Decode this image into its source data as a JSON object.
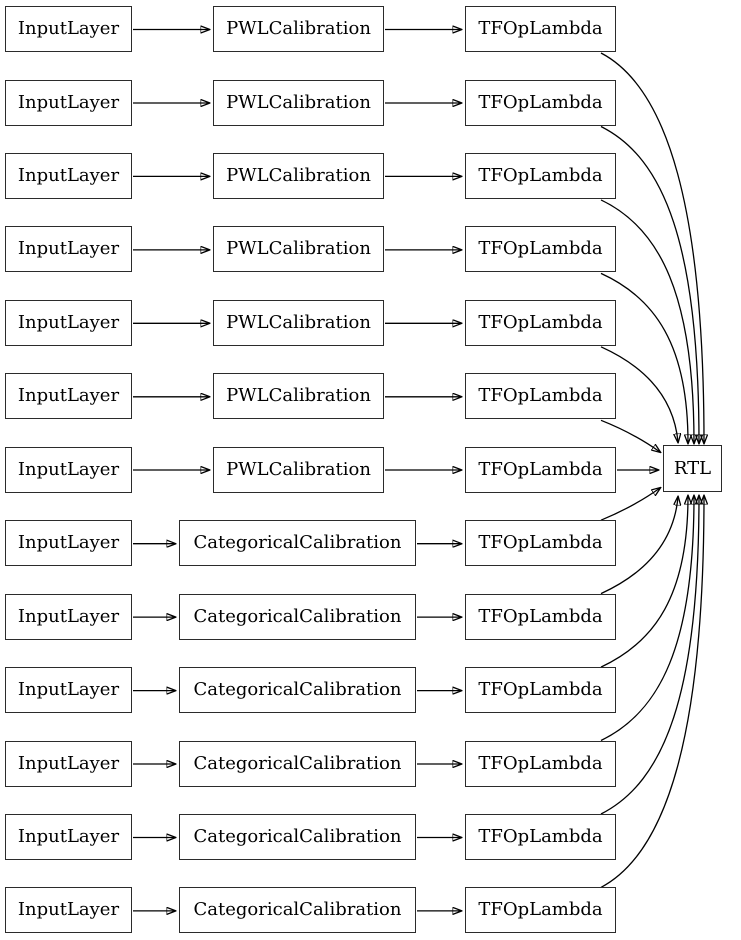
{
  "diagram": {
    "type": "layered-model-graph",
    "colors": {
      "background": "#ffffff",
      "node_border": "#2b2b2b",
      "node_fill": "#ffffff",
      "edge": "#000000",
      "text": "#000000"
    },
    "sink": {
      "label": "RTL"
    },
    "rows": [
      {
        "input": "InputLayer",
        "calibration": "PWLCalibration",
        "lambda": "TFOpLambda"
      },
      {
        "input": "InputLayer",
        "calibration": "PWLCalibration",
        "lambda": "TFOpLambda"
      },
      {
        "input": "InputLayer",
        "calibration": "PWLCalibration",
        "lambda": "TFOpLambda"
      },
      {
        "input": "InputLayer",
        "calibration": "PWLCalibration",
        "lambda": "TFOpLambda"
      },
      {
        "input": "InputLayer",
        "calibration": "PWLCalibration",
        "lambda": "TFOpLambda"
      },
      {
        "input": "InputLayer",
        "calibration": "PWLCalibration",
        "lambda": "TFOpLambda"
      },
      {
        "input": "InputLayer",
        "calibration": "PWLCalibration",
        "lambda": "TFOpLambda"
      },
      {
        "input": "InputLayer",
        "calibration": "CategoricalCalibration",
        "lambda": "TFOpLambda"
      },
      {
        "input": "InputLayer",
        "calibration": "CategoricalCalibration",
        "lambda": "TFOpLambda"
      },
      {
        "input": "InputLayer",
        "calibration": "CategoricalCalibration",
        "lambda": "TFOpLambda"
      },
      {
        "input": "InputLayer",
        "calibration": "CategoricalCalibration",
        "lambda": "TFOpLambda"
      },
      {
        "input": "InputLayer",
        "calibration": "CategoricalCalibration",
        "lambda": "TFOpLambda"
      },
      {
        "input": "InputLayer",
        "calibration": "CategoricalCalibration",
        "lambda": "TFOpLambda"
      }
    ]
  }
}
